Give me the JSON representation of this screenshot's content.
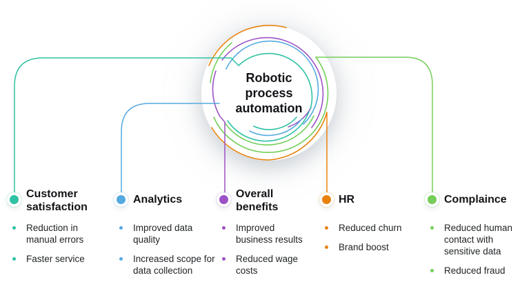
{
  "center": {
    "title_lines": [
      "Robotic",
      "process",
      "automation"
    ]
  },
  "colors": {
    "teal": "#2EC1A3",
    "blue": "#54A9E0",
    "purple": "#9C51C4",
    "orange": "#E8820D",
    "green": "#74CE59",
    "text_dark": "#121417",
    "text_body": "#212427",
    "hub_background": "#FFFFFF"
  },
  "sections": [
    {
      "id": "customer-satisfaction",
      "label": "Customer satisfaction",
      "color": "#2EC1A3",
      "items": [
        "Reduction in manual errors",
        "Faster service"
      ]
    },
    {
      "id": "analytics",
      "label": "Analytics",
      "color": "#54A9E0",
      "items": [
        "Improved data quality",
        "Increased scope for data collection"
      ]
    },
    {
      "id": "overall-benefits",
      "label": "Overall benefits",
      "color": "#9C51C4",
      "items": [
        "Improved business results",
        "Reduced wage costs"
      ]
    },
    {
      "id": "hr",
      "label": "HR",
      "color": "#E8820D",
      "items": [
        "Reduced churn",
        "Brand boost"
      ]
    },
    {
      "id": "complaince",
      "label": "Complaince",
      "color": "#74CE59",
      "items": [
        "Reduced human contact with sensitive data",
        "Reduced fraud"
      ]
    }
  ]
}
